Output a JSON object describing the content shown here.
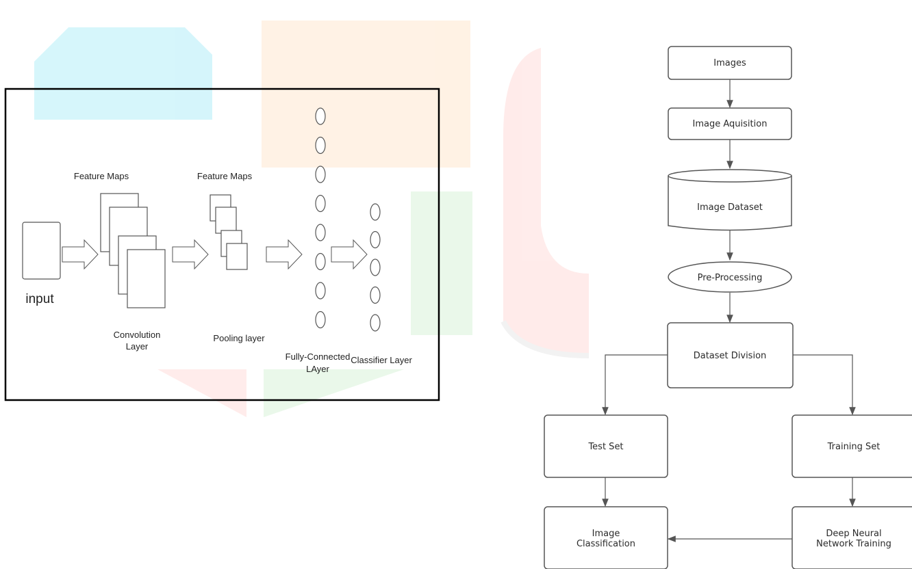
{
  "page": {
    "fragment_text": "",
    "frame_color": "#000000"
  },
  "watermark": {
    "colors": {
      "cyan": "#00c8e8",
      "orange": "#ffb060",
      "red": "#ff8a80",
      "green": "#7fd67f",
      "gray": "#b0b0b0"
    },
    "icons": [
      "cloud-logo-icon",
      "bulb-logo-icon",
      "arch-logo-icon"
    ]
  },
  "cnn": {
    "labels": {
      "feature_maps_1": "Feature Maps",
      "feature_maps_2": "Feature Maps",
      "input": "input",
      "conv_1": "Convolution",
      "conv_2": "Layer",
      "pool": "Pooling layer",
      "fc_1": "Fully-Connected",
      "fc_2": "LAyer",
      "classifier": "Classifier Layer"
    },
    "fc_node_count": 8,
    "classifier_node_count": 5
  },
  "flow": {
    "images": "Images",
    "acquisition": "Image Aquisition",
    "dataset": "Image Dataset",
    "preprocessing": "Pre-Processing",
    "division": "Dataset Division",
    "test_set": "Test Set",
    "training_set": "Training Set",
    "classification_1": "Image",
    "classification_2": "Classification",
    "dnn_1": "Deep Neural",
    "dnn_2": "Network Training"
  }
}
